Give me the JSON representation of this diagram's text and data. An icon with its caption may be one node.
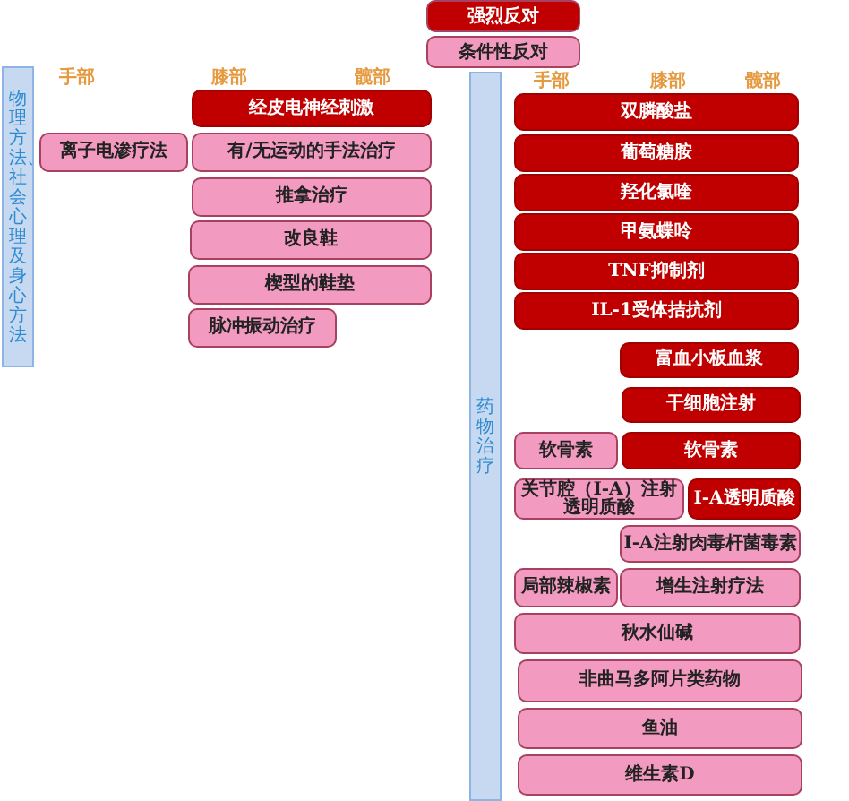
{
  "diagram": {
    "nodes": [
      {
        "text": [
          "物理方法、社会心理及身心方法"
        ]
      },
      {
        "text": [
          "经皮电神经刺激"
        ]
      },
      {
        "text": [
          "离子电渗疗法"
        ]
      },
      {
        "text": [
          "有/无运动的手法治疗"
        ]
      },
      {
        "text": [
          "推拿治疗"
        ]
      },
      {
        "text": [
          "改良鞋"
        ]
      },
      {
        "text": [
          "楔型的鞋垫"
        ]
      },
      {
        "text": [
          "脉冲振动治疗"
        ]
      },
      {
        "text": [
          "药物治疗"
        ]
      },
      {
        "text": [
          "双膦酸盐"
        ]
      },
      {
        "text": [
          "葡萄糖胺"
        ]
      },
      {
        "text": [
          "羟化氯喹"
        ]
      },
      {
        "text": [
          "甲氨蝶呤"
        ]
      },
      {
        "text": [
          "TNF抑制剂"
        ]
      },
      {
        "text": [
          "IL-1受体拮抗剂"
        ]
      },
      {
        "text": [
          "富血小板血浆"
        ]
      },
      {
        "text": [
          "干细胞注射"
        ]
      },
      {
        "text": [
          "软骨素"
        ]
      },
      {
        "text": [
          "软骨素"
        ]
      },
      {
        "text": [
          "关节腔（I-A）注射透明质酸"
        ]
      },
      {
        "text": [
          "I-A透明质酸"
        ]
      },
      {
        "text": [
          "I-A注射肉毒杆菌毒素"
        ]
      },
      {
        "text": [
          "局部辣椒素"
        ]
      },
      {
        "text": [
          "增生注射疗法"
        ]
      },
      {
        "text": [
          "秋水仙碱"
        ]
      },
      {
        "text": [
          "非曲马多阿片类药物"
        ]
      },
      {
        "text": [
          "鱼油"
        ]
      },
      {
        "text": [
          "维生素D"
        ]
      }
    ],
    "labels": [
      "手部",
      "膝部",
      "髋部",
      "手部",
      "膝部",
      "髋部"
    ],
    "legend": [
      {
        "text": "强烈反对",
        "color": "#c00000"
      },
      {
        "text": "条件性反对",
        "color": "#f29ac0"
      }
    ]
  }
}
